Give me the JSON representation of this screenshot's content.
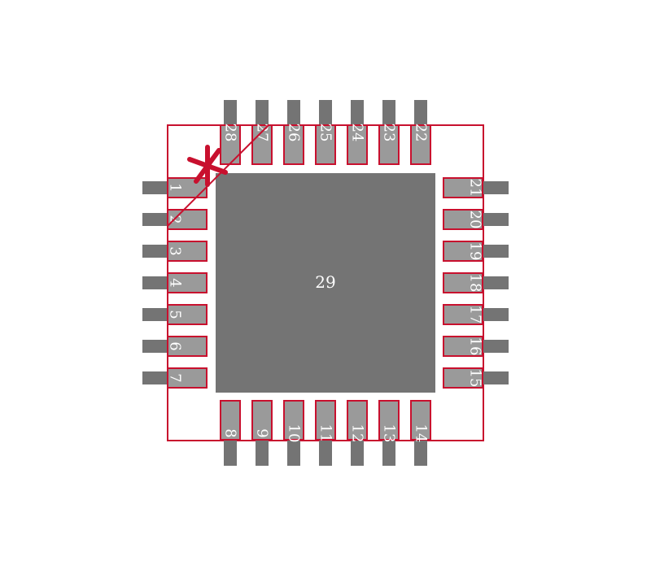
{
  "footprint": {
    "colors": {
      "background": "#ffffff",
      "lead": "#747474",
      "pad": "#9a9a9a",
      "outline": "#c8102e",
      "label": "#ffffff"
    },
    "pin1_marker": "asterisk",
    "exposed_pad": {
      "label": "29"
    },
    "left_pins": [
      "1",
      "2",
      "3",
      "4",
      "5",
      "6",
      "7"
    ],
    "bottom_pins": [
      "8",
      "9",
      "10",
      "11",
      "12",
      "13",
      "14"
    ],
    "right_pins": [
      "15",
      "16",
      "17",
      "18",
      "19",
      "20",
      "21"
    ],
    "top_pins": [
      "22",
      "23",
      "24",
      "25",
      "26",
      "27",
      "28"
    ]
  }
}
